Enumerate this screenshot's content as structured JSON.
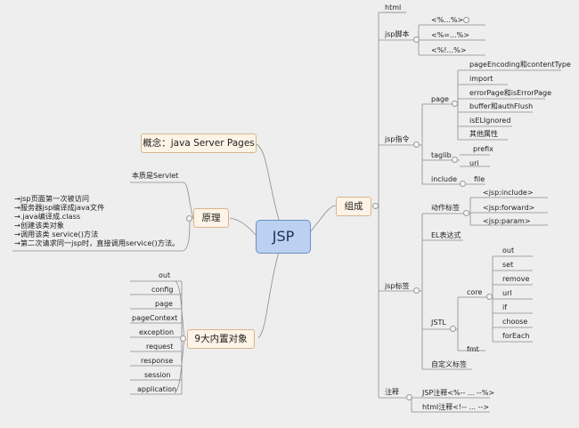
{
  "center": "JSP",
  "left": {
    "concept": "概念：java Server Pages",
    "principle": {
      "label": "原理",
      "essence": "本质是Servlet",
      "steps": [
        "→jsp页面第一次被访问",
        "→服务器jsp编译成java文件",
        "→.java编译成.class",
        "→创建该类对象",
        "→调用该类 service()方法",
        "→第二次请求同一jsp时，直接调用service()方法。"
      ]
    },
    "objects": {
      "label": "9大内置对象",
      "items": [
        "out",
        "config",
        "page",
        "pageContext",
        "exception",
        "request",
        "response",
        "session",
        "application"
      ]
    }
  },
  "right": {
    "label": "组成",
    "html": "html",
    "script": {
      "label": "jsp脚本",
      "items": [
        "<%...%>",
        "<%=...%>",
        "<%!...%>"
      ]
    },
    "directive": {
      "label": "jsp指令",
      "page": {
        "label": "page",
        "items": [
          "pageEncoding和contentType",
          "import",
          "errorPage和isErrorPage",
          "buffer和authFlush",
          "isELIgnored",
          "其他属性"
        ]
      },
      "taglib": {
        "label": "taglib",
        "items": [
          "prefix",
          "uri"
        ]
      },
      "include": {
        "label": "include",
        "items": [
          "file"
        ]
      }
    },
    "tags": {
      "label": "jsp标签",
      "action": {
        "label": "动作标签",
        "items": [
          "<jsp:include>",
          "<jsp:forward>",
          "<jsp:param>"
        ]
      },
      "el": "EL表达式",
      "jstl": {
        "label": "JSTL",
        "core": {
          "label": "core",
          "items": [
            "out",
            "set",
            "remove",
            "url",
            "if",
            "choose",
            "forEach"
          ]
        },
        "fmt": "fmt"
      },
      "custom": "自定义标签"
    },
    "comment": {
      "label": "注释",
      "items": [
        "JSP注释<%-- ... --%>",
        "html注释<!-- ... -->"
      ]
    }
  }
}
